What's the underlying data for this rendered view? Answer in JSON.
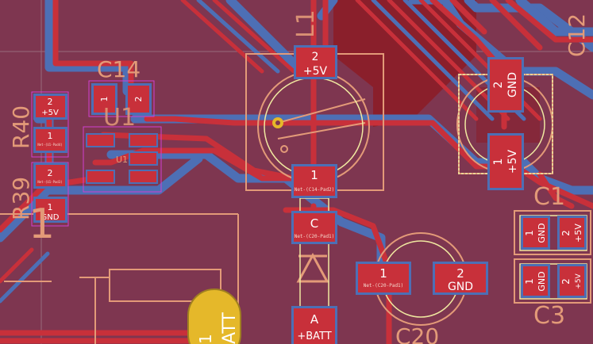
{
  "view": {
    "colors": {
      "board": "#7e3650",
      "copper_top": "#c8303a",
      "copper_dark": "#8a1f2b",
      "copper_back": "#4d6fb5",
      "silk": "#e39a78",
      "fab": "#f0e8a0",
      "courtyard": "#d040d0",
      "pad_gold": "#e5b82a",
      "grid": "#9f7788"
    }
  },
  "refs": {
    "c14": "C14",
    "u1": "U1",
    "u1_small": "U1",
    "r40": "R40",
    "r39": "R39",
    "c12": "C12",
    "c1": "C1",
    "c3": "C3",
    "c20": "C20",
    "l1": "L1",
    "d_partial": "1",
    "batt": "ATT"
  },
  "pads": {
    "l1_p2": {
      "num": "2",
      "net": "+5V"
    },
    "l1_p1": {
      "num": "1",
      "net": "Net-(C14-Pad2)"
    },
    "d_c": {
      "num": "C",
      "net": "Net-(C20-Pad1)"
    },
    "d_a": {
      "num": "A",
      "net": "+BATT"
    },
    "c20_p1": {
      "num": "1",
      "net": "Net-(C20-Pad1)"
    },
    "c20_p2": {
      "num": "2",
      "net": "GND"
    },
    "c12_p2": {
      "num": "2",
      "net": "GND"
    },
    "c12_p1": {
      "num": "1",
      "net": "+5V"
    },
    "r40_p2": {
      "num": "2",
      "net": "+5V"
    },
    "r40_p1": {
      "num": "1",
      "net": "Net-(U1-Pad4)"
    },
    "r39_p2": {
      "num": "2",
      "net": "Net-(U1-Pad3)"
    },
    "r39_p1": {
      "num": "1",
      "net": "GND"
    },
    "c14_p1": {
      "num": "1",
      "net": ""
    },
    "c14_p2": {
      "num": "2",
      "net": ""
    },
    "c1_p1": {
      "num": "1",
      "net": "GND"
    },
    "c1_p2": {
      "num": "2",
      "net": "+5V"
    },
    "c3_p1": {
      "num": "1",
      "net": "GND"
    },
    "c3_p2": {
      "num": "2",
      "net": "+5V"
    },
    "batt_p1": {
      "num": "1",
      "net": ""
    }
  }
}
